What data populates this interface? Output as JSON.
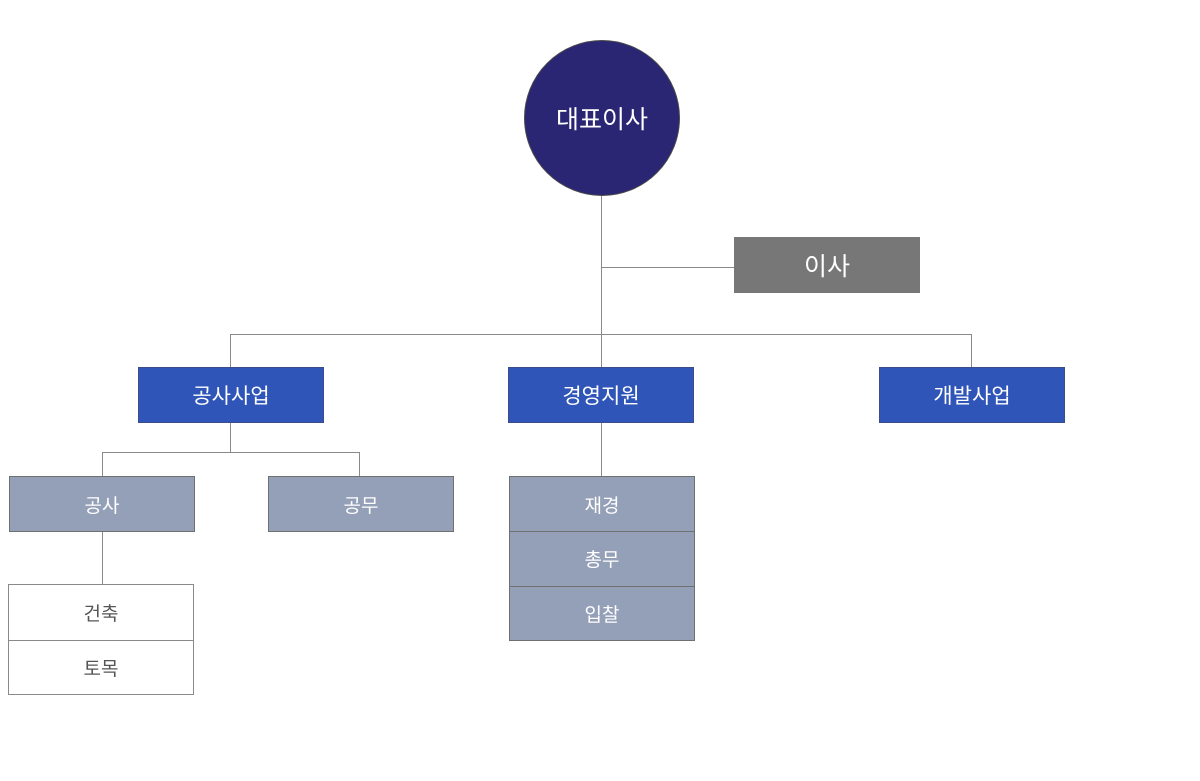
{
  "org": {
    "ceo": "대표이사",
    "director": "이사",
    "divisions": [
      {
        "name": "공사사업",
        "teams": [
          {
            "name": "공사",
            "units": [
              "건축",
              "토목"
            ]
          },
          {
            "name": "공무"
          }
        ]
      },
      {
        "name": "경영지원",
        "units": [
          "재경",
          "총무",
          "입찰"
        ]
      },
      {
        "name": "개발사업"
      }
    ]
  },
  "colors": {
    "ceo": "#2a2673",
    "director": "#777777",
    "division": "#2f55b8",
    "team": "#949fb8",
    "connector": "#8a8a8a",
    "leaf_background": "#ffffff"
  }
}
